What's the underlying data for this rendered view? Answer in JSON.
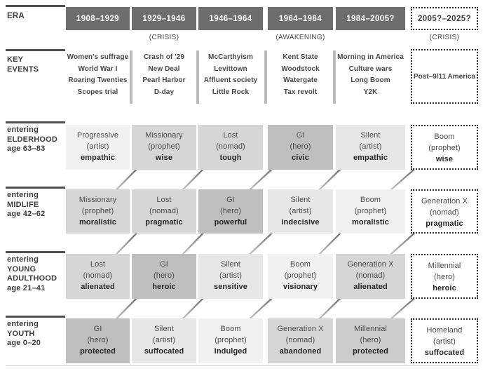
{
  "header": {
    "era_label": "ERA",
    "key_events_label": "KEY\nEVENTS"
  },
  "columns": [
    {
      "era": "1908–1929",
      "turning": "",
      "future": false,
      "key_events": [
        "Women's suffrage",
        "World War I",
        "Roaring Twenties",
        "Scopes trial"
      ]
    },
    {
      "era": "1929–1946",
      "turning": "(CRISIS)",
      "future": false,
      "key_events": [
        "Crash of '29",
        "New Deal",
        "Pearl Harbor",
        "D-day"
      ]
    },
    {
      "era": "1946–1964",
      "turning": "",
      "future": false,
      "key_events": [
        "McCarthyism",
        "Levittown",
        "Affluent society",
        "Little Rock"
      ]
    },
    {
      "era": "1964–1984",
      "turning": "(AWAKENING)",
      "future": false,
      "key_events": [
        "Kent State",
        "Woodstock",
        "Watergate",
        "Tax revolt"
      ]
    },
    {
      "era": "1984–2005?",
      "turning": "",
      "future": false,
      "key_events": [
        "Morning in America",
        "Culture wars",
        "Long Boom",
        "Y2K"
      ]
    },
    {
      "era": "2005?–2025?",
      "turning": "(CRISIS)",
      "future": true,
      "key_events": [
        "Post–9/11 America"
      ]
    }
  ],
  "life_stages": [
    {
      "label_lines": [
        "entering",
        "ELDERHOOD",
        "age 63–83"
      ],
      "cells": [
        {
          "generation": "Progressive",
          "archetype": "(artist)",
          "trait": "empathic",
          "shade": "xlight"
        },
        {
          "generation": "Missionary",
          "archetype": "(prophet)",
          "trait": "wise",
          "shade": "medium"
        },
        {
          "generation": "Lost",
          "archetype": "(nomad)",
          "trait": "tough",
          "shade": "medium"
        },
        {
          "generation": "GI",
          "archetype": "(hero)",
          "trait": "civic",
          "shade": "dark"
        },
        {
          "generation": "Silent",
          "archetype": "(artist)",
          "trait": "empathic",
          "shade": "light"
        },
        {
          "generation": "Boom",
          "archetype": "(prophet)",
          "trait": "wise",
          "shade": "future"
        }
      ]
    },
    {
      "label_lines": [
        "entering",
        "MIDLIFE",
        "age 42–62"
      ],
      "cells": [
        {
          "generation": "Missionary",
          "archetype": "(prophet)",
          "trait": "moralistic",
          "shade": "medium"
        },
        {
          "generation": "Lost",
          "archetype": "(nomad)",
          "trait": "pragmatic",
          "shade": "medium"
        },
        {
          "generation": "GI",
          "archetype": "(hero)",
          "trait": "powerful",
          "shade": "dark"
        },
        {
          "generation": "Silent",
          "archetype": "(artist)",
          "trait": "indecisive",
          "shade": "light"
        },
        {
          "generation": "Boom",
          "archetype": "(prophet)",
          "trait": "moralistic",
          "shade": "xlight"
        },
        {
          "generation": "Generation X",
          "archetype": "(nomad)",
          "trait": "pragmatic",
          "shade": "future"
        }
      ]
    },
    {
      "label_lines": [
        "entering",
        "YOUNG",
        "ADULTHOOD",
        "age 21–41"
      ],
      "cells": [
        {
          "generation": "Lost",
          "archetype": "(nomad)",
          "trait": "alienated",
          "shade": "medium"
        },
        {
          "generation": "GI",
          "archetype": "(hero)",
          "trait": "heroic",
          "shade": "dark"
        },
        {
          "generation": "Silent",
          "archetype": "(artist)",
          "trait": "sensitive",
          "shade": "light"
        },
        {
          "generation": "Boom",
          "archetype": "(prophet)",
          "trait": "visionary",
          "shade": "xlight"
        },
        {
          "generation": "Generation X",
          "archetype": "(nomad)",
          "trait": "alienated",
          "shade": "medium"
        },
        {
          "generation": "Millennial",
          "archetype": "(hero)",
          "trait": "heroic",
          "shade": "future"
        }
      ]
    },
    {
      "label_lines": [
        "entering",
        "YOUTH",
        "age 0–20"
      ],
      "cells": [
        {
          "generation": "GI",
          "archetype": "(hero)",
          "trait": "protected",
          "shade": "dark"
        },
        {
          "generation": "Silent",
          "archetype": "(artist)",
          "trait": "suffocated",
          "shade": "light"
        },
        {
          "generation": "Boom",
          "archetype": "(prophet)",
          "trait": "indulged",
          "shade": "xlight"
        },
        {
          "generation": "Generation X",
          "archetype": "(nomad)",
          "trait": "abandoned",
          "shade": "medium"
        },
        {
          "generation": "Millennial",
          "archetype": "(hero)",
          "trait": "protected",
          "shade": "mediumdark"
        },
        {
          "generation": "Homeland",
          "archetype": "(artist)",
          "trait": "suffocated",
          "shade": "future"
        }
      ]
    }
  ],
  "colors": {
    "era_bg": "#6d6d6d",
    "era_text": "#ffffff",
    "text": "#3d3d3d",
    "trait_text": "#262626",
    "rule": "#4f4f4f",
    "divider": "#bbbbbb",
    "dotted_border": "#2b2b2b",
    "arrow_tail": "#d8d8d8",
    "arrow_head": "#4f4f4f",
    "shades": {
      "dark": "#bfbfbf",
      "medium": "#d6d6d6",
      "mediumdark": "#cccccc",
      "light": "#e7e7e7",
      "xlight": "#f1f1f1",
      "future": "#ffffff"
    }
  }
}
